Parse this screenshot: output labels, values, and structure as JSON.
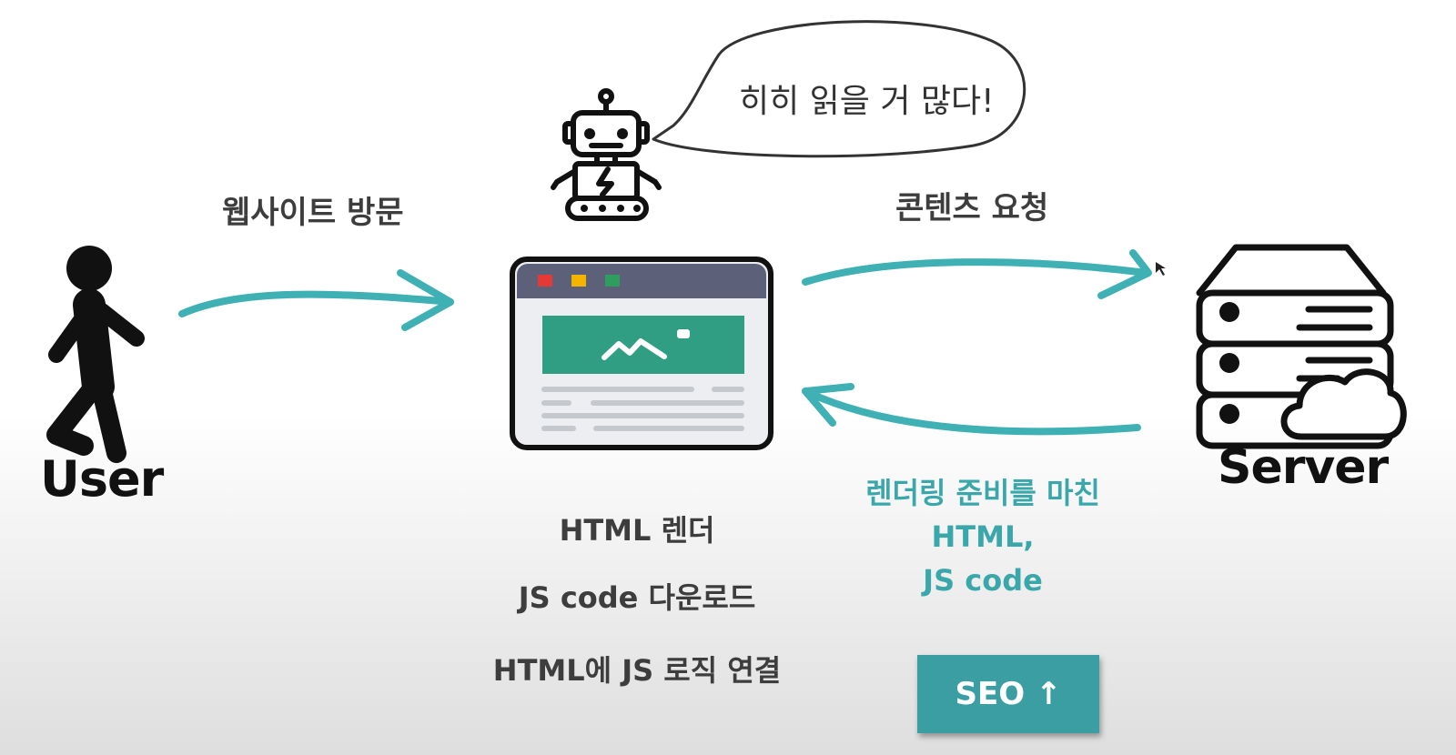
{
  "speech_bubble": "히히 읽을 거 많다!",
  "user_label": "User",
  "server_label": "Server",
  "arrow_labels": {
    "visit": "웹사이트 방문",
    "request": "콘텐츠 요청"
  },
  "browser_steps": [
    "HTML 렌더",
    "JS code 다운로드",
    "HTML에 JS 로직 연결"
  ],
  "response_lines": [
    "렌더링 준비를 마친",
    "HTML,",
    "JS code"
  ],
  "seo_button": "SEO ↑",
  "colors": {
    "teal": "#3aa7ab",
    "browser_bar": "#5d6079",
    "image_green": "#2f9e83",
    "dot_red": "#e53935",
    "dot_yellow": "#f5b400",
    "dot_green": "#2e9e5e"
  },
  "icons": [
    "walking-person-icon",
    "robot-icon",
    "browser-window-icon",
    "server-cloud-icon"
  ]
}
